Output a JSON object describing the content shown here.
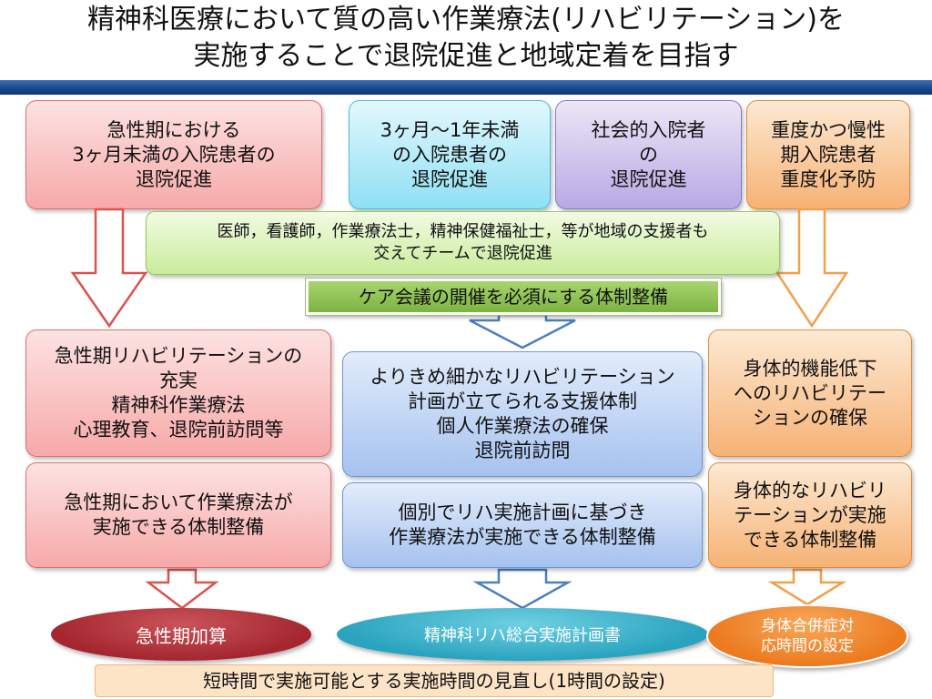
{
  "title": {
    "line1": "精神科医療において質の高い作業療法(リハビリテーション)を",
    "line2": "実施することで退院促進と地域定着を目指す"
  },
  "top_boxes": [
    {
      "lines": [
        "急性期における",
        "3ヶ月未満の入院患者の",
        "退院促進"
      ]
    },
    {
      "lines": [
        "3ヶ月〜1年未満",
        "の入院患者の",
        "退院促進"
      ]
    },
    {
      "lines": [
        "社会的入院者",
        "の",
        "退院促進"
      ]
    },
    {
      "lines": [
        "重度かつ慢性",
        "期入院患者",
        "重度化予防"
      ]
    }
  ],
  "team_box": {
    "lines": [
      "医師，看護師，作業療法士，精神保健福祉士，等が地域の支援者も",
      "交えてチームで退院促進"
    ]
  },
  "care_meeting": "ケア会議の開催を必須にする体制整備",
  "mid_boxes": {
    "left_upper": [
      "急性期リハビリテーションの",
      "充実",
      "精神科作業療法",
      "心理教育、退院前訪問等"
    ],
    "left_lower": [
      "急性期において作業療法が",
      "実施できる体制整備"
    ],
    "center_upper": [
      "よりきめ細かなリハビリテーション",
      "計画が立てられる支援体制",
      "個人作業療法の確保",
      "退院前訪問"
    ],
    "center_lower": [
      "個別でリハ実施計画に基づき",
      "作業療法が実施できる体制整備"
    ],
    "right_upper": [
      "身体的機能低下",
      "へのリハビリテー",
      "ションの確保"
    ],
    "right_lower": [
      "身体的なリハビリ",
      "テーションが実施",
      "できる体制整備"
    ]
  },
  "outcomes": {
    "acute": "急性期加算",
    "plan": "精神科リハ総合実施計画書",
    "physical": [
      "身体合併症対",
      "応時間の設定"
    ]
  },
  "bottom_bar": "短時間で実施可能とする実施時間の見直し(1時間の設定)",
  "colors": {
    "red_arrow": "#d9534f",
    "blue_arrow": "#4a7fc1",
    "orange_arrow": "#f0a04b",
    "title_bar": "#1f4f96"
  }
}
